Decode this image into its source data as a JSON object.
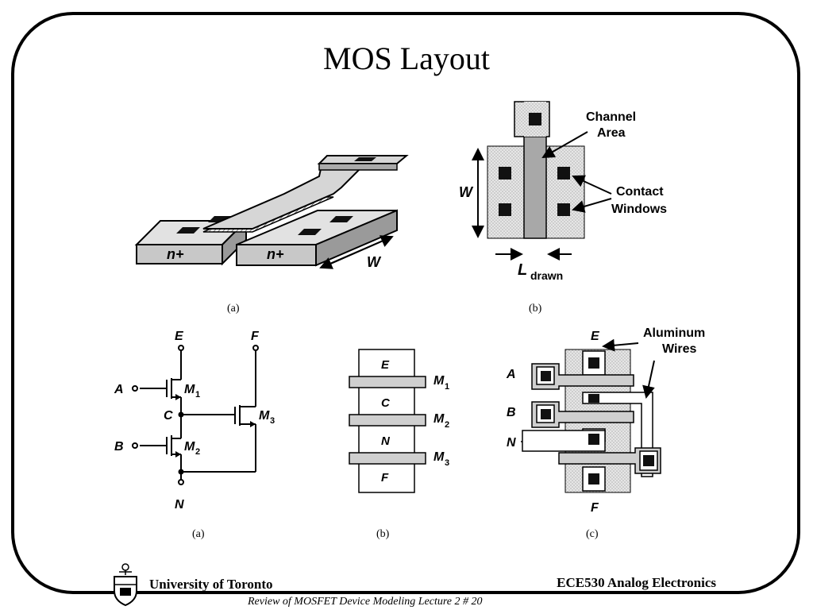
{
  "slide": {
    "title": "MOS Layout",
    "footer_left": "University of Toronto",
    "footer_right": "ECE530 Analog Electronics",
    "footer_sub": "Review of MOSFET Device Modeling Lecture 2 # 20"
  },
  "fig_top_a": {
    "label_n1": "n+",
    "label_n2": "n+",
    "label_w": "W",
    "caption": "(a)"
  },
  "fig_top_b": {
    "channel_line1": "Channel",
    "channel_line2": "Area",
    "contact_line1": "Contact",
    "contact_line2": "Windows",
    "label_w": "W",
    "label_l": "L",
    "label_l_sub": "drawn",
    "caption": "(b)"
  },
  "fig_bot_a": {
    "node_e": "E",
    "node_f": "F",
    "node_a": "A",
    "node_b": "B",
    "node_c": "C",
    "node_n": "N",
    "m1": "M",
    "m1_sub": "1",
    "m2": "M",
    "m2_sub": "2",
    "m3": "M",
    "m3_sub": "3",
    "caption": "(a)"
  },
  "fig_bot_b": {
    "regions": [
      "E",
      "C",
      "N",
      "F"
    ],
    "m1": "M",
    "m1_sub": "1",
    "m2": "M",
    "m2_sub": "2",
    "m3": "M",
    "m3_sub": "3",
    "caption": "(b)"
  },
  "fig_bot_c": {
    "node_e": "E",
    "node_f": "F",
    "node_a": "A",
    "node_b": "B",
    "node_n": "N",
    "wires_line1": "Aluminum",
    "wires_line2": "Wires",
    "caption": "(c)"
  }
}
